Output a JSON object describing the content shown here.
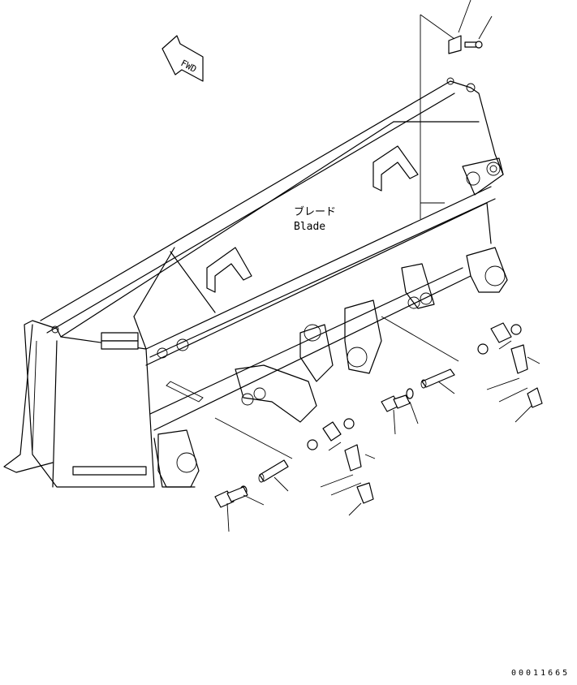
{
  "diagram": {
    "direction_marker": "FWD",
    "part_label_jp": "ブレード",
    "part_label_en": "Blade",
    "figure_code": "00011665"
  }
}
